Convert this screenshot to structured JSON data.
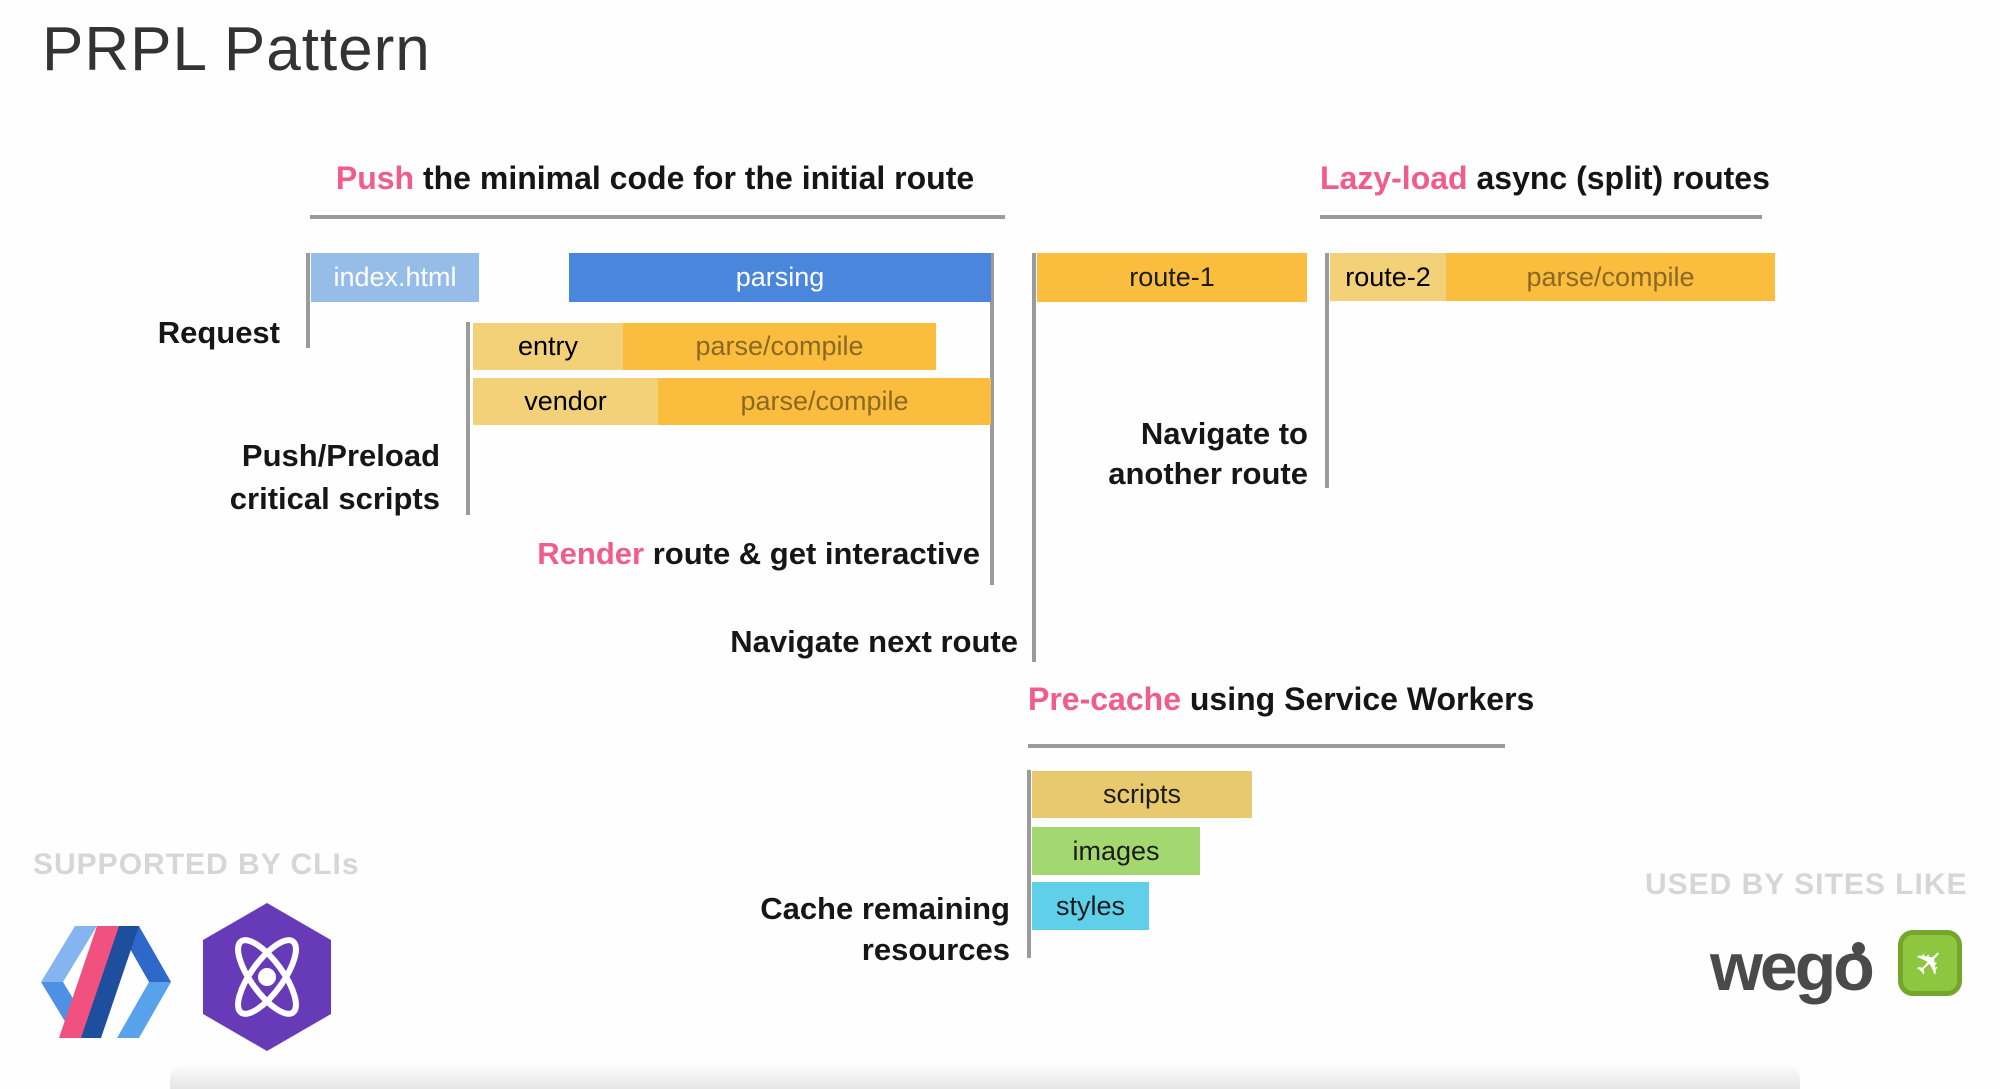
{
  "slide": {
    "title": "PRPL Pattern",
    "headers": {
      "push": {
        "accent": "Push",
        "rest": " the minimal code for the initial route"
      },
      "lazyload": {
        "accent": "Lazy-load",
        "rest": " async (split) routes"
      },
      "precache": {
        "accent": "Pre-cache",
        "rest": " using Service Workers"
      }
    },
    "labels": {
      "request": "Request",
      "push_preload_1": "Push/Preload",
      "push_preload_2": "critical scripts",
      "render_accent": "Render",
      "render_rest": " route & get interactive",
      "navigate_next": "Navigate next route",
      "navigate_to_1": "Navigate to",
      "navigate_to_2": "another route",
      "cache_1": "Cache remaining",
      "cache_2": "resources"
    },
    "bars": {
      "index_html": "index.html",
      "parsing": "parsing",
      "entry": "entry",
      "entry_parse": "parse/compile",
      "vendor": "vendor",
      "vendor_parse": "parse/compile",
      "route1": "route-1",
      "route2": "route-2",
      "route2_parse": "parse/compile",
      "scripts": "scripts",
      "images": "images",
      "styles": "styles"
    },
    "footer": {
      "supported_by": "SUPPORTED BY CLIs",
      "used_by": "USED BY SITES LIKE",
      "wego_text": "wego",
      "icons": [
        "polymer-logo",
        "preact-logo",
        "wego-airplane-icon"
      ]
    },
    "colors": {
      "accent_pink": "#F15C89",
      "bar_blue_light": "#96BCE8",
      "bar_blue": "#4A86DC",
      "bar_gold": "#FBBD3E",
      "bar_gold_light": "#F3D179",
      "parse_compile_text": "#8B6823",
      "scripts_gold": "#E9C96E",
      "images_green": "#A3D871",
      "styles_cyan": "#60CFE9",
      "line_gray": "#9B9B9B",
      "footer_text_gray": "#D6D6D6",
      "preact_purple": "#673AB8",
      "wego_green": "#8DC63F",
      "wego_gray": "#4A4A4A"
    }
  }
}
